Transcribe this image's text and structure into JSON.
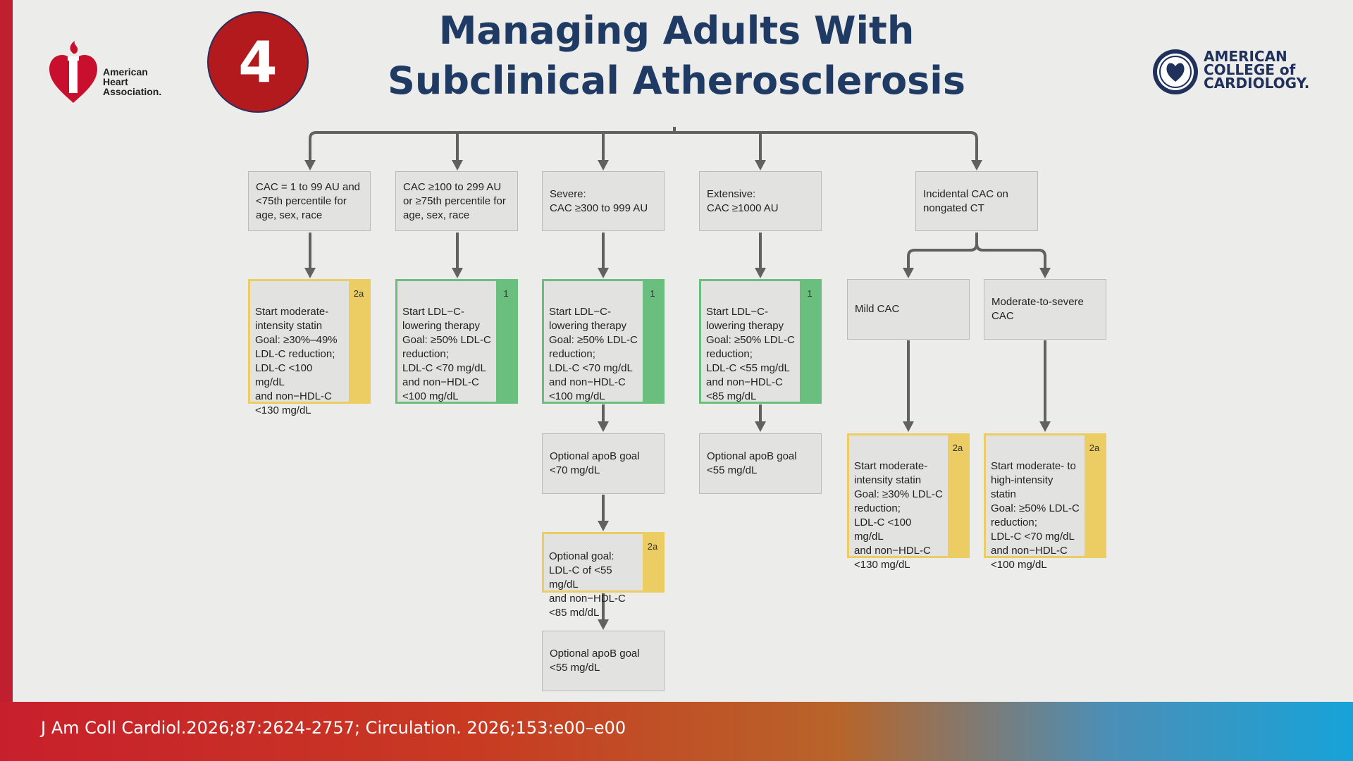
{
  "slide": {
    "number": "4",
    "title_line1": "Managing Adults With",
    "title_line2": "Subclinical Atherosclerosis",
    "citation": "J Am Coll Cardiol.2026;87:2624-2757; Circulation. 2026;153:e00–e00"
  },
  "logos": {
    "aha": [
      "American",
      "Heart",
      "Association."
    ],
    "acc": [
      "AMERICAN",
      "COLLEGE of",
      "CARDIOLOGY."
    ]
  },
  "colors": {
    "class_1": "#6abf7f",
    "class_2a": "#ebcd63",
    "title": "#1f3a63",
    "badge": "#b31a1e"
  },
  "flowchart": {
    "categories": {
      "c1": "CAC = 1 to 99 AU and\n<75th percentile for\nage, sex, race",
      "c2": "CAC ≥100 to 299 AU\nor ≥75th percentile for\nage, sex, race",
      "c3": "Severe:\nCAC ≥300 to 999 AU",
      "c4": "Extensive:\nCAC ≥1000 AU",
      "c5": "Incidental CAC on\nnongated CT"
    },
    "subcategories": {
      "mild": "Mild CAC",
      "modsev": "Moderate-to-severe\nCAC"
    },
    "recommendations": {
      "r1": {
        "text": "Start moderate-\nintensity statin\nGoal: ≥30%–49%\nLDL-C reduction;\nLDL-C <100 mg/dL\nand non−HDL-C\n<130 mg/dL",
        "class": "2a"
      },
      "r2": {
        "text": "Start LDL−C-\nlowering therapy\nGoal: ≥50% LDL-C\nreduction;\nLDL-C <70 mg/dL\nand non−HDL-C\n<100 mg/dL",
        "class": "1"
      },
      "r3": {
        "text": "Start LDL−C-\nlowering therapy\nGoal: ≥50% LDL-C\nreduction;\nLDL-C <70 mg/dL\nand non−HDL-C\n<100 mg/dL",
        "class": "1"
      },
      "r4": {
        "text": "Start LDL−C-\nlowering therapy\nGoal: ≥50% LDL-C\nreduction;\nLDL-C <55 mg/dL\nand non−HDL-C\n<85 mg/dL",
        "class": "1"
      },
      "r5": {
        "text": "Start moderate-\nintensity statin\nGoal: ≥30% LDL-C\nreduction;\nLDL-C <100 mg/dL\nand non−HDL-C\n<130 mg/dL",
        "class": "2a"
      },
      "r6": {
        "text": "Start moderate- to\nhigh-intensity statin\nGoal: ≥50% LDL-C\nreduction;\nLDL-C <70 mg/dL\nand non−HDL-C\n<100 mg/dL",
        "class": "2a"
      },
      "r7": {
        "text": "Optional goal:\nLDL-C of <55 mg/dL\nand non−HDL-C\n<85 md/dL",
        "class": "2a"
      }
    },
    "optional": {
      "o1": "Optional apoB goal\n<70 mg/dL",
      "o2": "Optional apoB goal\n<55 mg/dL",
      "o3": "Optional apoB goal\n<55 mg/dL"
    }
  }
}
